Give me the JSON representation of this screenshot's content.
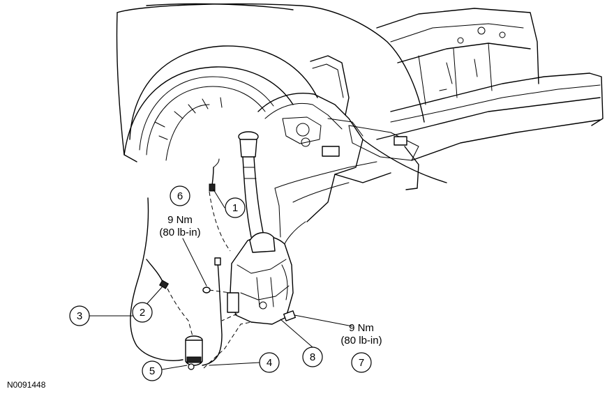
{
  "figure_id": "N0091448",
  "callouts": [
    {
      "number": "1"
    },
    {
      "number": "2"
    },
    {
      "number": "3"
    },
    {
      "number": "4"
    },
    {
      "number": "5"
    },
    {
      "number": "6"
    },
    {
      "number": "7"
    },
    {
      "number": "8"
    }
  ],
  "torque_specs": [
    {
      "callout": "6",
      "line1": "9 Nm",
      "line2": "(80 lb-in)"
    },
    {
      "callout": "7",
      "line1": "9 Nm",
      "line2": "(80 lb-in)"
    }
  ]
}
